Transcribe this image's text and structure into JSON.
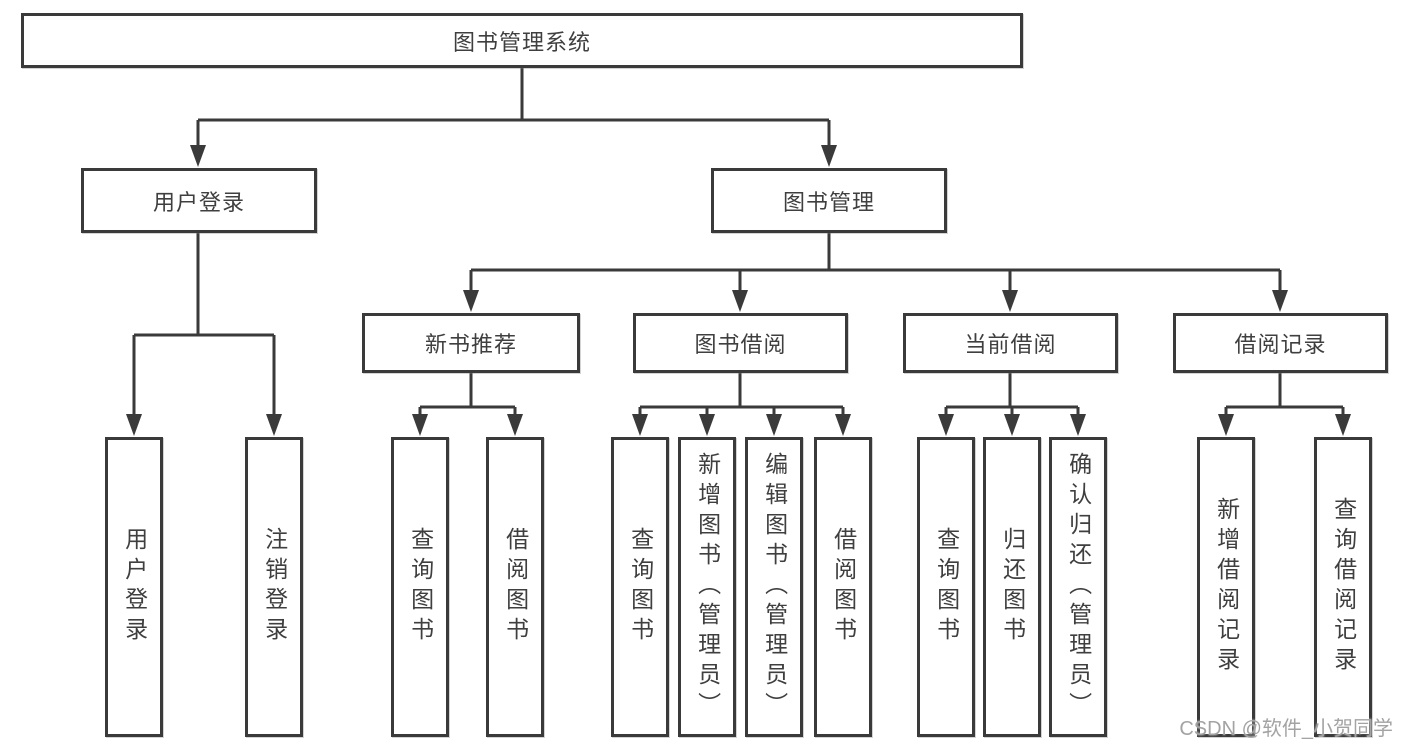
{
  "title": "图书管理系统",
  "watermark": "CSDN @软件_小贺同学",
  "accent_colors": {
    "line": "#3a3a3a",
    "text": "#3f3f3f",
    "watermark": "#a3a3a3",
    "background": "#ffffff"
  },
  "nodes": [
    {
      "id": "root",
      "label": "图书管理系统",
      "parent": null
    },
    {
      "id": "user-login",
      "label": "用户登录",
      "parent": "root"
    },
    {
      "id": "book-management",
      "label": "图书管理",
      "parent": "root"
    },
    {
      "id": "new-book-recommend",
      "label": "新书推荐",
      "parent": "book-management"
    },
    {
      "id": "book-borrowing",
      "label": "图书借阅",
      "parent": "book-management"
    },
    {
      "id": "current-borrowing",
      "label": "当前借阅",
      "parent": "book-management"
    },
    {
      "id": "borrowing-records",
      "label": "借阅记录",
      "parent": "book-management"
    },
    {
      "id": "leaf-user-login",
      "label": "用户登录",
      "parent": "user-login"
    },
    {
      "id": "leaf-logout",
      "label": "注销登录",
      "parent": "user-login"
    },
    {
      "id": "leaf-query-books-a",
      "label": "查询图书",
      "parent": "new-book-recommend"
    },
    {
      "id": "leaf-borrow-books-a",
      "label": "借阅图书",
      "parent": "new-book-recommend"
    },
    {
      "id": "leaf-query-books-b",
      "label": "查询图书",
      "parent": "book-borrowing"
    },
    {
      "id": "leaf-add-books",
      "label": "新增图书（管理员）",
      "parent": "book-borrowing"
    },
    {
      "id": "leaf-edit-books",
      "label": "编辑图书（管理员）",
      "parent": "book-borrowing"
    },
    {
      "id": "leaf-borrow-books-b",
      "label": "借阅图书",
      "parent": "book-borrowing"
    },
    {
      "id": "leaf-query-books-c",
      "label": "查询图书",
      "parent": "current-borrowing"
    },
    {
      "id": "leaf-return-books",
      "label": "归还图书",
      "parent": "current-borrowing"
    },
    {
      "id": "leaf-confirm-return",
      "label": "确认归还（管理员）",
      "parent": "current-borrowing"
    },
    {
      "id": "leaf-add-borrow-record",
      "label": "新增借阅记录",
      "parent": "borrowing-records"
    },
    {
      "id": "leaf-query-borrow-record",
      "label": "查询借阅记录",
      "parent": "borrowing-records"
    }
  ]
}
